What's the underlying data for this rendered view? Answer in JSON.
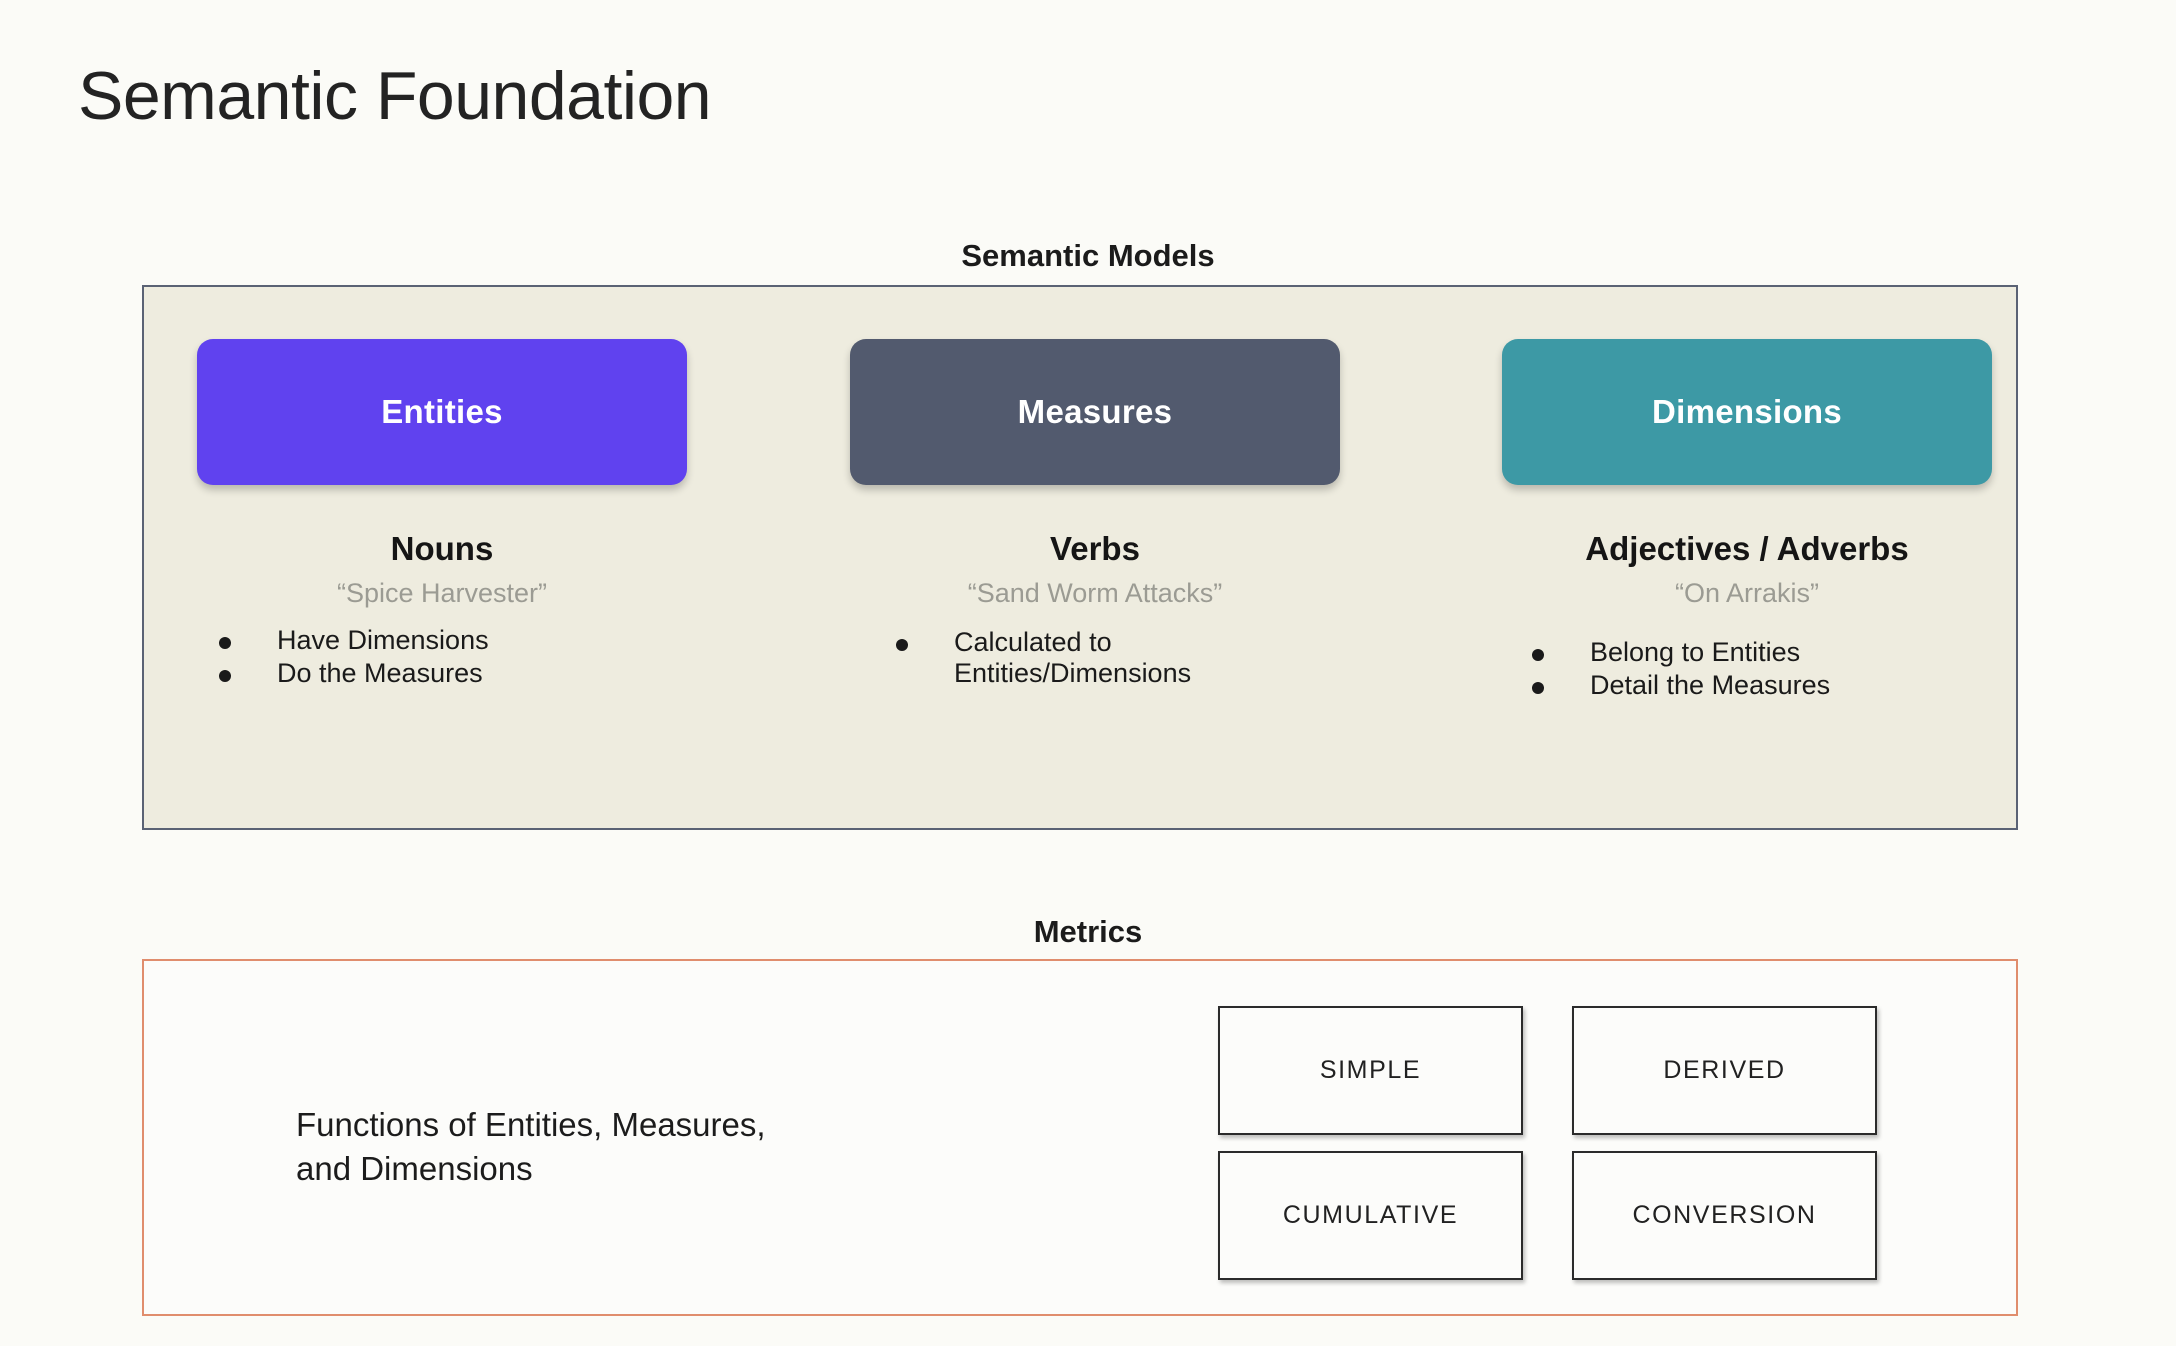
{
  "page": {
    "title": "Semantic Foundation",
    "background_color": "#fbfbf7"
  },
  "semantic_models": {
    "caption": "Semantic Models",
    "panel_background": "#eeecdf",
    "panel_border_color": "#5a6274",
    "columns": [
      {
        "pill_label": "Entities",
        "pill_color": "#6042ef",
        "part_of_speech": "Nouns",
        "example_quote": "“Spice Harvester”",
        "bullets": [
          "Have Dimensions",
          "Do the Measures"
        ]
      },
      {
        "pill_label": "Measures",
        "pill_color": "#525a6e",
        "part_of_speech": "Verbs",
        "example_quote": "“Sand Worm Attacks”",
        "bullets": [
          "Calculated to Entities/Dimensions"
        ]
      },
      {
        "pill_label": "Dimensions",
        "pill_color": "#3d99a5",
        "part_of_speech": "Adjectives / Adverbs",
        "example_quote": "“On Arrakis”",
        "bullets": [
          "Belong to Entities",
          "Detail the Measures"
        ]
      }
    ]
  },
  "metrics": {
    "caption": "Metrics",
    "panel_border_color": "#e08d6d",
    "description_line_1": "Functions of Entities, Measures,",
    "description_line_2": "and Dimensions",
    "types": [
      "SIMPLE",
      "DERIVED",
      "CUMULATIVE",
      "CONVERSION"
    ]
  }
}
